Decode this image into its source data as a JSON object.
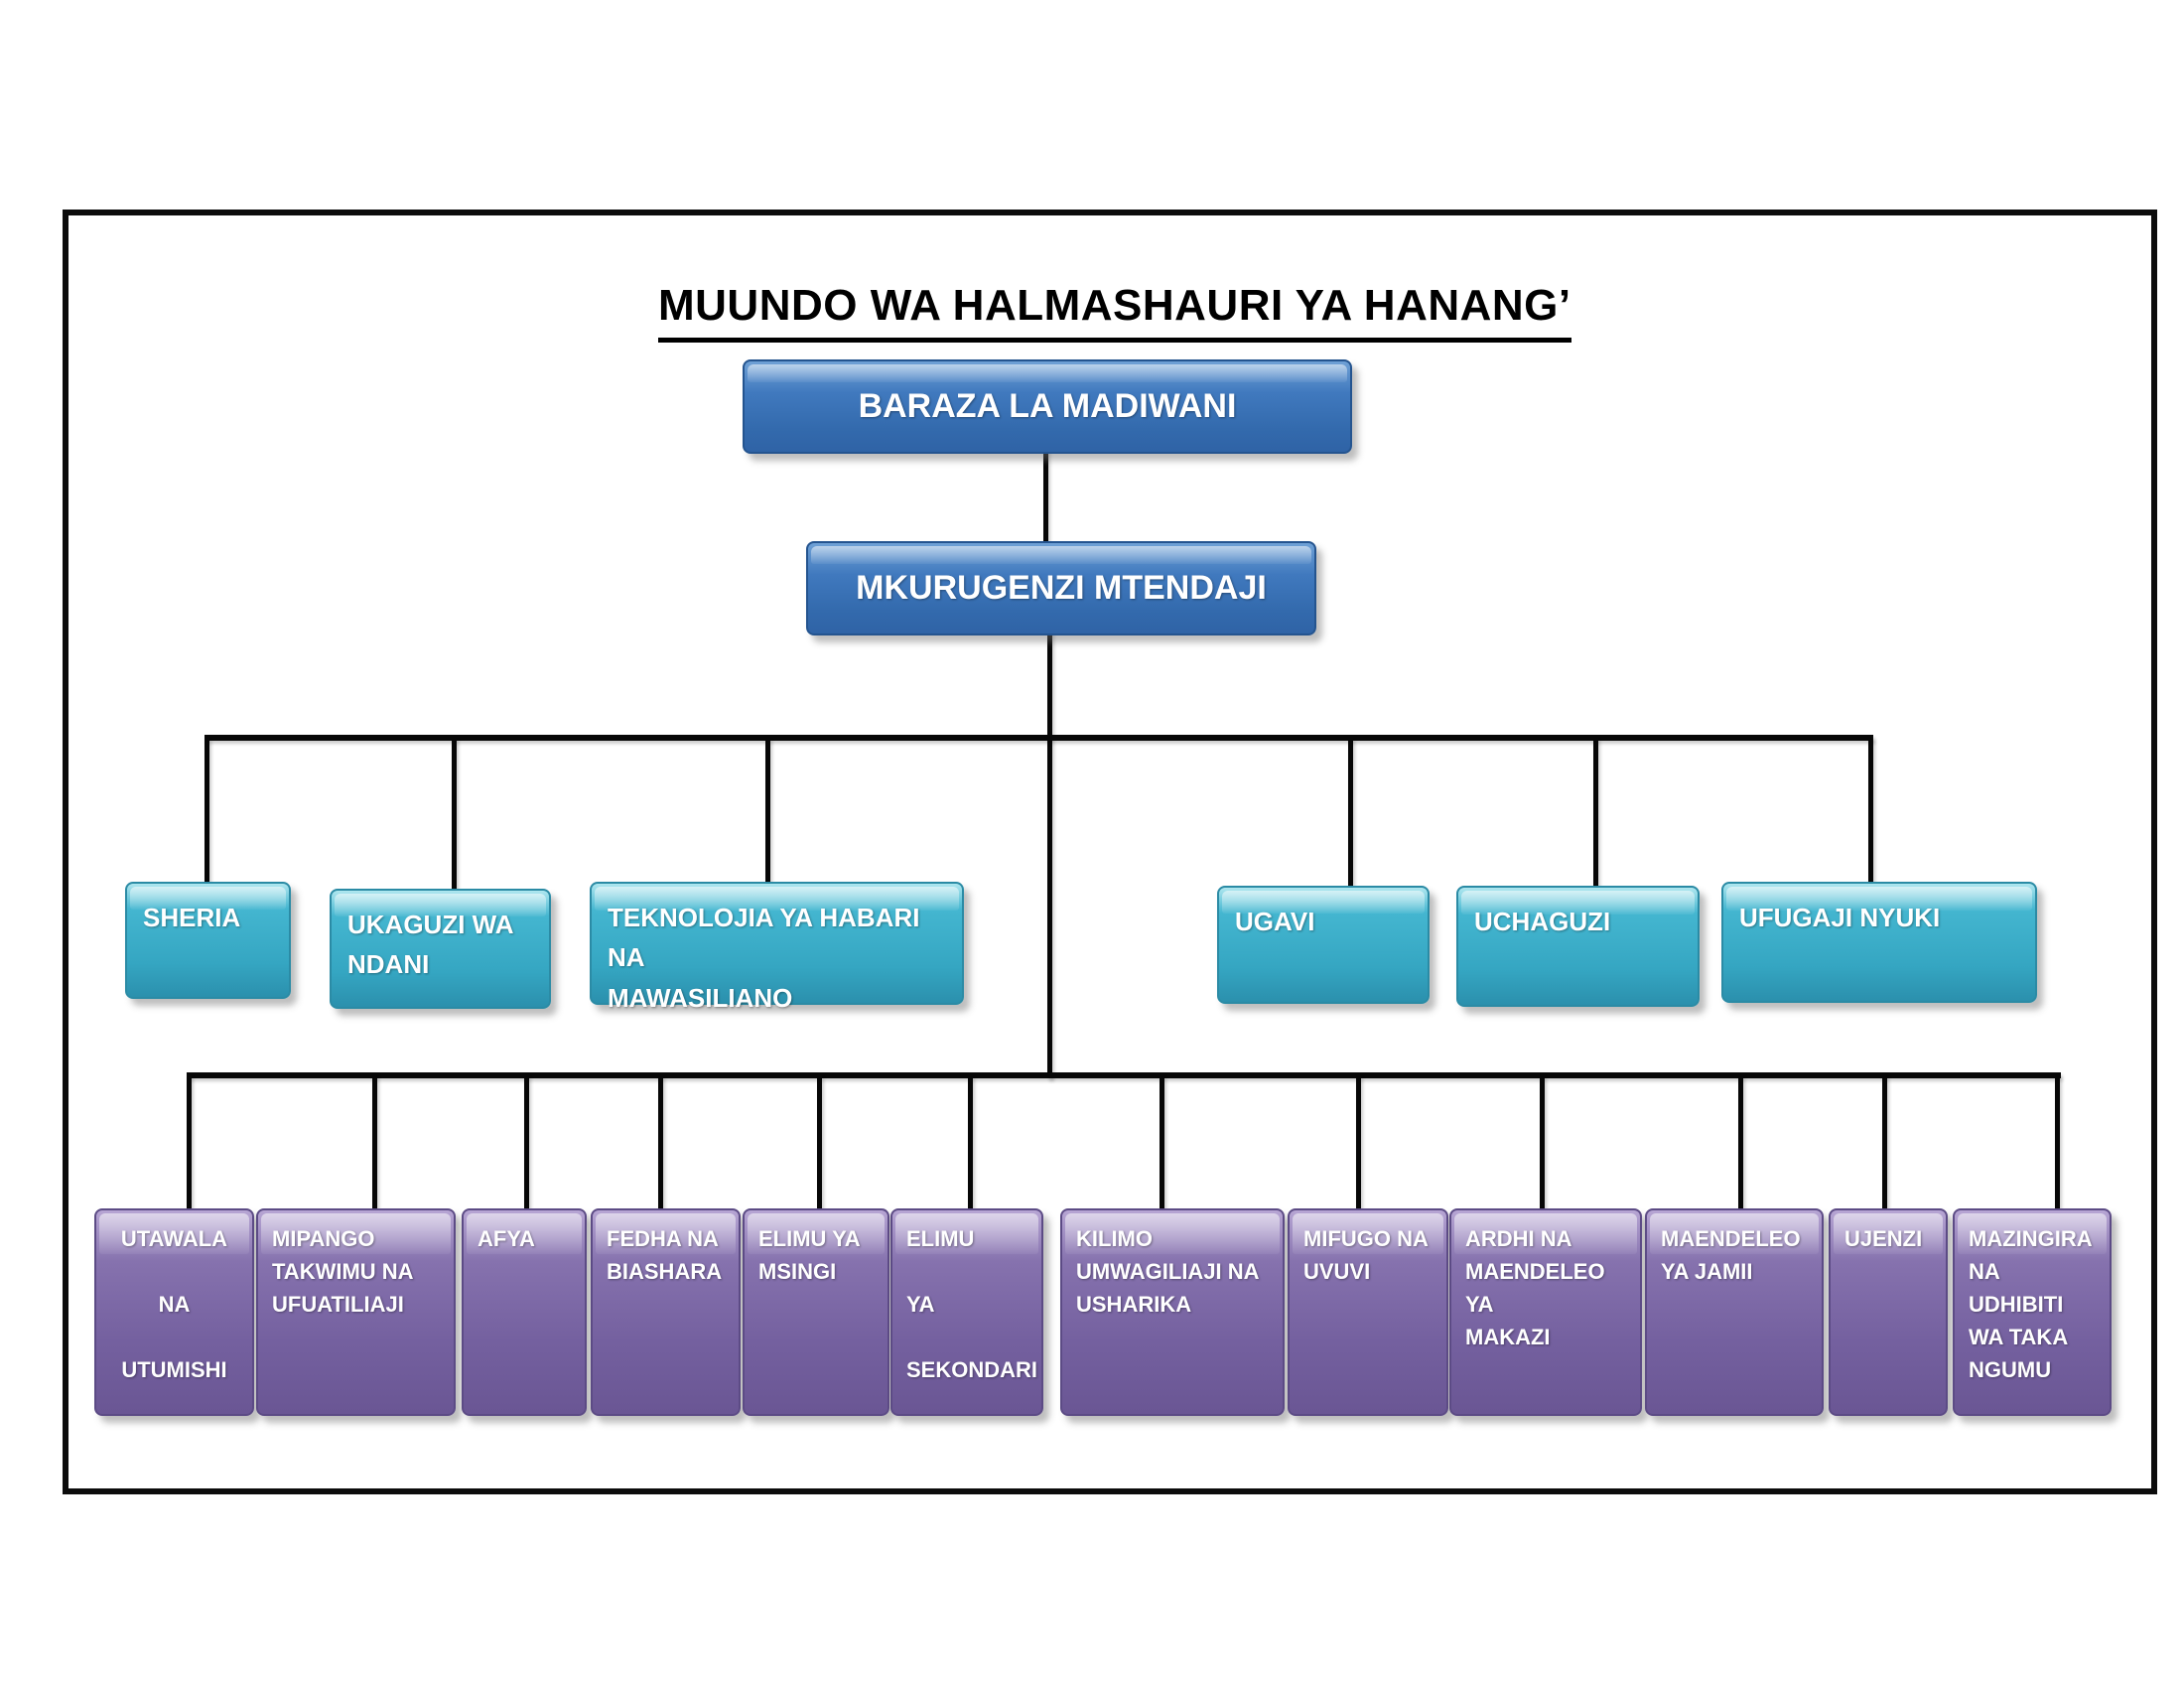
{
  "title": "MUUNDO WA HALMASHAURI YA HANANG’",
  "colors": {
    "level1_blue": "#3d79bc",
    "level2_teal": "#3ab3cd",
    "level3_purple": "#7a66a6",
    "connector_black": "#070707",
    "background": "#ffffff"
  },
  "org": {
    "root": {
      "label": "BARAZA LA MADIWANI"
    },
    "executive": {
      "label": "MKURUGENZI MTENDAJI"
    },
    "units": [
      {
        "id": "sheria",
        "label": "SHERIA"
      },
      {
        "id": "ukaguzi-wa-ndani",
        "label": "UKAGUZI WA\nNDANI"
      },
      {
        "id": "teknolojia-ya-habari-na-mawasiliano",
        "label": "TEKNOLOJIA YA HABARI NA\nMAWASILIANO"
      },
      {
        "id": "ugavi",
        "label": "UGAVI"
      },
      {
        "id": "uchaguzi",
        "label": "UCHAGUZI"
      },
      {
        "id": "ufugaji-nyuki",
        "label": "UFUGAJI NYUKI"
      }
    ],
    "departments": [
      {
        "id": "utawala-na-utumishi",
        "label": "UTAWALA\n\nNA\n\nUTUMISHI"
      },
      {
        "id": "mipango-takwimu-na-ufuatiliaji",
        "label": "MIPANGO\nTAKWIMU NA\nUFUATILIAJI"
      },
      {
        "id": "afya",
        "label": "AFYA"
      },
      {
        "id": "fedha-na-biashara",
        "label": "FEDHA NA\nBIASHARA"
      },
      {
        "id": "elimu-ya-msingi",
        "label": "ELIMU YA\nMSINGI"
      },
      {
        "id": "elimu-ya-sekondari",
        "label": "ELIMU\n\nYA\n\nSEKONDARI"
      },
      {
        "id": "kilimo-umwagiliaji-na-usharika",
        "label": "KILIMO\nUMWAGILIAJI NA\nUSHARIKA"
      },
      {
        "id": "mifugo-na-uvuvi",
        "label": "MIFUGO NA\nUVUVI"
      },
      {
        "id": "ardhi-na-maendeleo-ya-makazi",
        "label": "ARDHI NA\nMAENDELEO YA\nMAKAZI"
      },
      {
        "id": "maendeleo-ya-jamii",
        "label": "MAENDELEO\nYA JAMII"
      },
      {
        "id": "ujenzi",
        "label": "UJENZI"
      },
      {
        "id": "mazingira-na-udhibiti-wa-taka-ngumu",
        "label": "MAZINGIRA\nNA\nUDHIBITI\nWA TAKA\nNGUMU"
      }
    ]
  }
}
